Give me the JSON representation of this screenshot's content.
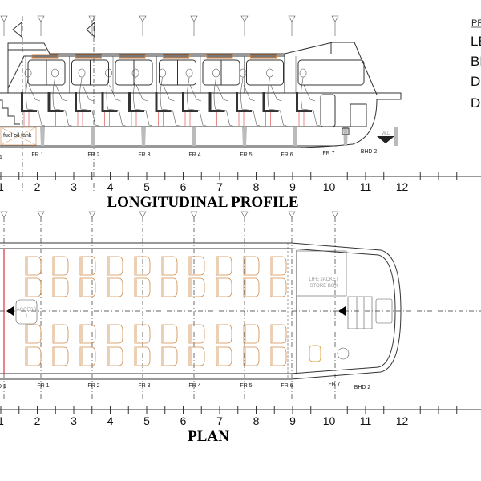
{
  "profile": {
    "title": "LONGITUDINAL PROFILE",
    "fuel_tank_label": "fuel oil tank",
    "waterline_label": "W.L",
    "frame_labels": [
      "FR 1",
      "FR 2",
      "FR 3",
      "FR 4",
      "FR 5",
      "FR 6",
      "FR 7",
      "BHD 2"
    ],
    "left_partial_label": "1"
  },
  "plan": {
    "title": "PLAN",
    "access_label": "ACCESS",
    "access_number": "1",
    "store_label_line1": "LIFE JACKET",
    "store_label_line2": "STORE BOX",
    "frame_labels": [
      "FR 1",
      "FR 2",
      "FR 3",
      "FR 4",
      "FR 5",
      "FR 6",
      "FR 7",
      "BHD 2"
    ],
    "left_partial_label": "D 1",
    "seat_rows": 4,
    "seat_columns": 10
  },
  "scale_ticks": [
    "1",
    "2",
    "3",
    "4",
    "5",
    "6",
    "7",
    "8",
    "9",
    "10",
    "11",
    "12"
  ],
  "side_panel": {
    "header": "PR",
    "lines": [
      "LE",
      "BR",
      "DE",
      "DE"
    ]
  },
  "colors": {
    "seat_outline": "#d08a4a",
    "window_bar": "#777777",
    "window_bar_end": "#d9823a",
    "bulkhead": "#e03040",
    "seat_frame": "#e88a8a"
  }
}
